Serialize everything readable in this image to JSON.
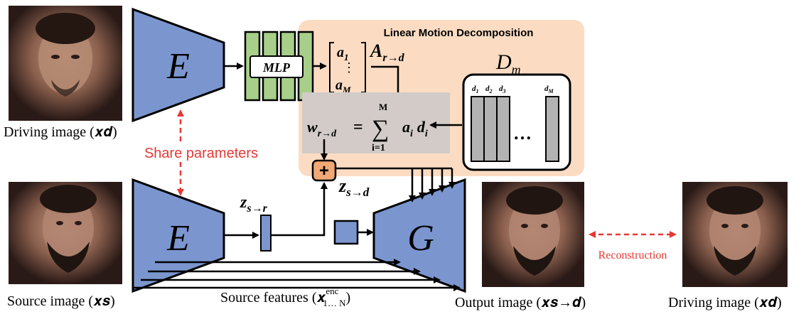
{
  "title": "Linear Motion Decomposition",
  "labels": {
    "driving_image_top": "Driving image (𝒙𝒅)",
    "share_parameters": "Share parameters",
    "source_image": "Source image (𝒙𝒔)",
    "source_features": "Source features (𝒙",
    "source_features_sup": "enc",
    "source_features_sub": "1… N",
    "source_features_close": ")",
    "output_image": "Output image (𝒙𝒔→𝒅)",
    "reconstruction": "Reconstruction",
    "driving_image_right": "Driving image (𝒙𝒅)"
  },
  "blocks": {
    "encoder_top": "E",
    "encoder_bottom": "E",
    "generator": "G",
    "mlp": "MLP",
    "dm_label": "D",
    "dm_sub": "m",
    "plus": "+"
  },
  "math": {
    "a1": "a",
    "a1_sub": "1",
    "dots": "⋮",
    "aM": "a",
    "aM_sub": "M",
    "A_main": "A",
    "A_sub": "r→d",
    "w": "w",
    "w_sub": "r→d",
    "eq": "=",
    "sum_top": "M",
    "sum_sym": "∑",
    "sum_bottom": "i=1",
    "ai": "a",
    "ai_sub": "i",
    "di": "d",
    "di_sub": "i",
    "z_sr": "z",
    "z_sr_sub": "s→r",
    "z_sd": "z",
    "z_sd_sub": "s→d",
    "d1": "d",
    "d1_sub": "1",
    "d2": "d",
    "d2_sub": "2",
    "d3": "d",
    "d3_sub": "3",
    "dM": "d",
    "dM_sub": "M",
    "ellipsis": "…"
  },
  "colors": {
    "encoder_fill": "#7b96cf",
    "mlp_fill": "#a7cf89",
    "panel_fill": "#fbdcc3",
    "plus_fill": "#f0a875",
    "sum_box_fill": "#d2cbc7",
    "dm_bar_fill": "#b3b3b3",
    "share_red": "#e53935",
    "recon_red": "#e53935"
  }
}
